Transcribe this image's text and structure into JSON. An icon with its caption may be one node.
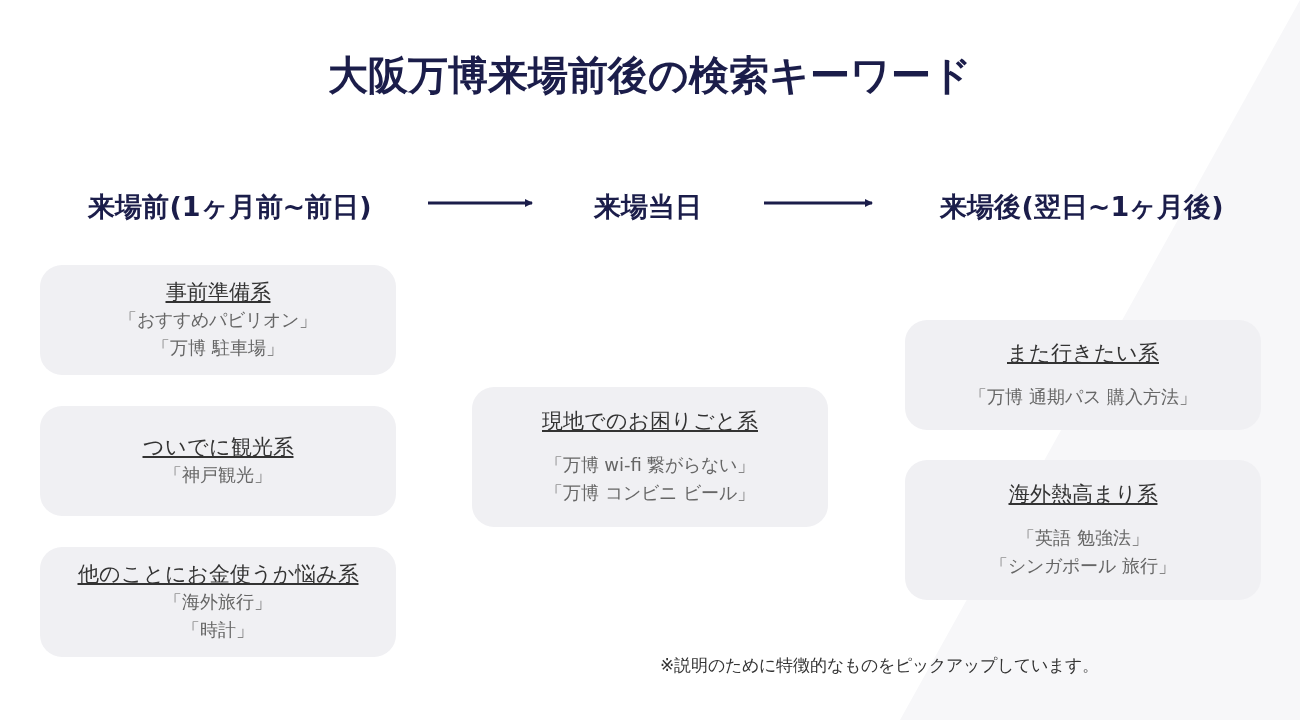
{
  "diagram": {
    "title": "大阪万博来場前後の検索キーワード",
    "nodes": [
      {
        "text": [
          "来場前(1ヶ月前~前日)"
        ]
      },
      {
        "text": [
          "来場当日"
        ]
      },
      {
        "text": [
          "来場後(翌日~1ヶ月後)"
        ]
      },
      {
        "text": [
          "事前準備系",
          "「おすすめパビリオン」",
          "「万博 駐車場」"
        ]
      },
      {
        "text": [
          "ついでに観光系",
          "「神戸観光」"
        ]
      },
      {
        "text": [
          "他のことにお金使うか悩み系",
          "「海外旅行」",
          "「時計」"
        ]
      },
      {
        "text": [
          "現地でのお困りごと系",
          "「万博 wi-fi 繋がらない」",
          "「万博 コンビニ ビール」"
        ]
      },
      {
        "text": [
          "また行きたい系",
          "「万博 通期パス 購入方法」"
        ]
      },
      {
        "text": [
          "海外熱高まり系",
          "「英語 勉強法」",
          "「シンガポール 旅行」"
        ]
      }
    ],
    "edges": [
      {
        "from": 0,
        "to": 1,
        "arrow": "to"
      },
      {
        "from": 1,
        "to": 2,
        "arrow": "to"
      }
    ],
    "labels": [
      "※説明のために特徴的なものをピックアップしています。"
    ]
  }
}
